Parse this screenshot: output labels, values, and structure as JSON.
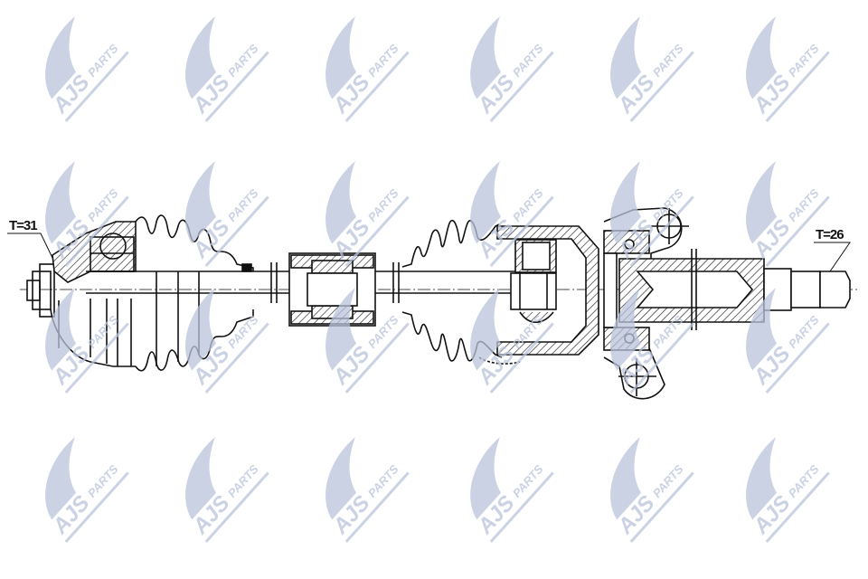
{
  "drawing": {
    "title": "Drive shaft technical drawing",
    "left_teeth_label": "T=31",
    "right_teeth_label": "T=26",
    "line_color": "#111111",
    "hatch_color": "#222222"
  },
  "watermark": {
    "brand": "AJS",
    "suffix": "PARTS",
    "color": "#b9c3da"
  }
}
